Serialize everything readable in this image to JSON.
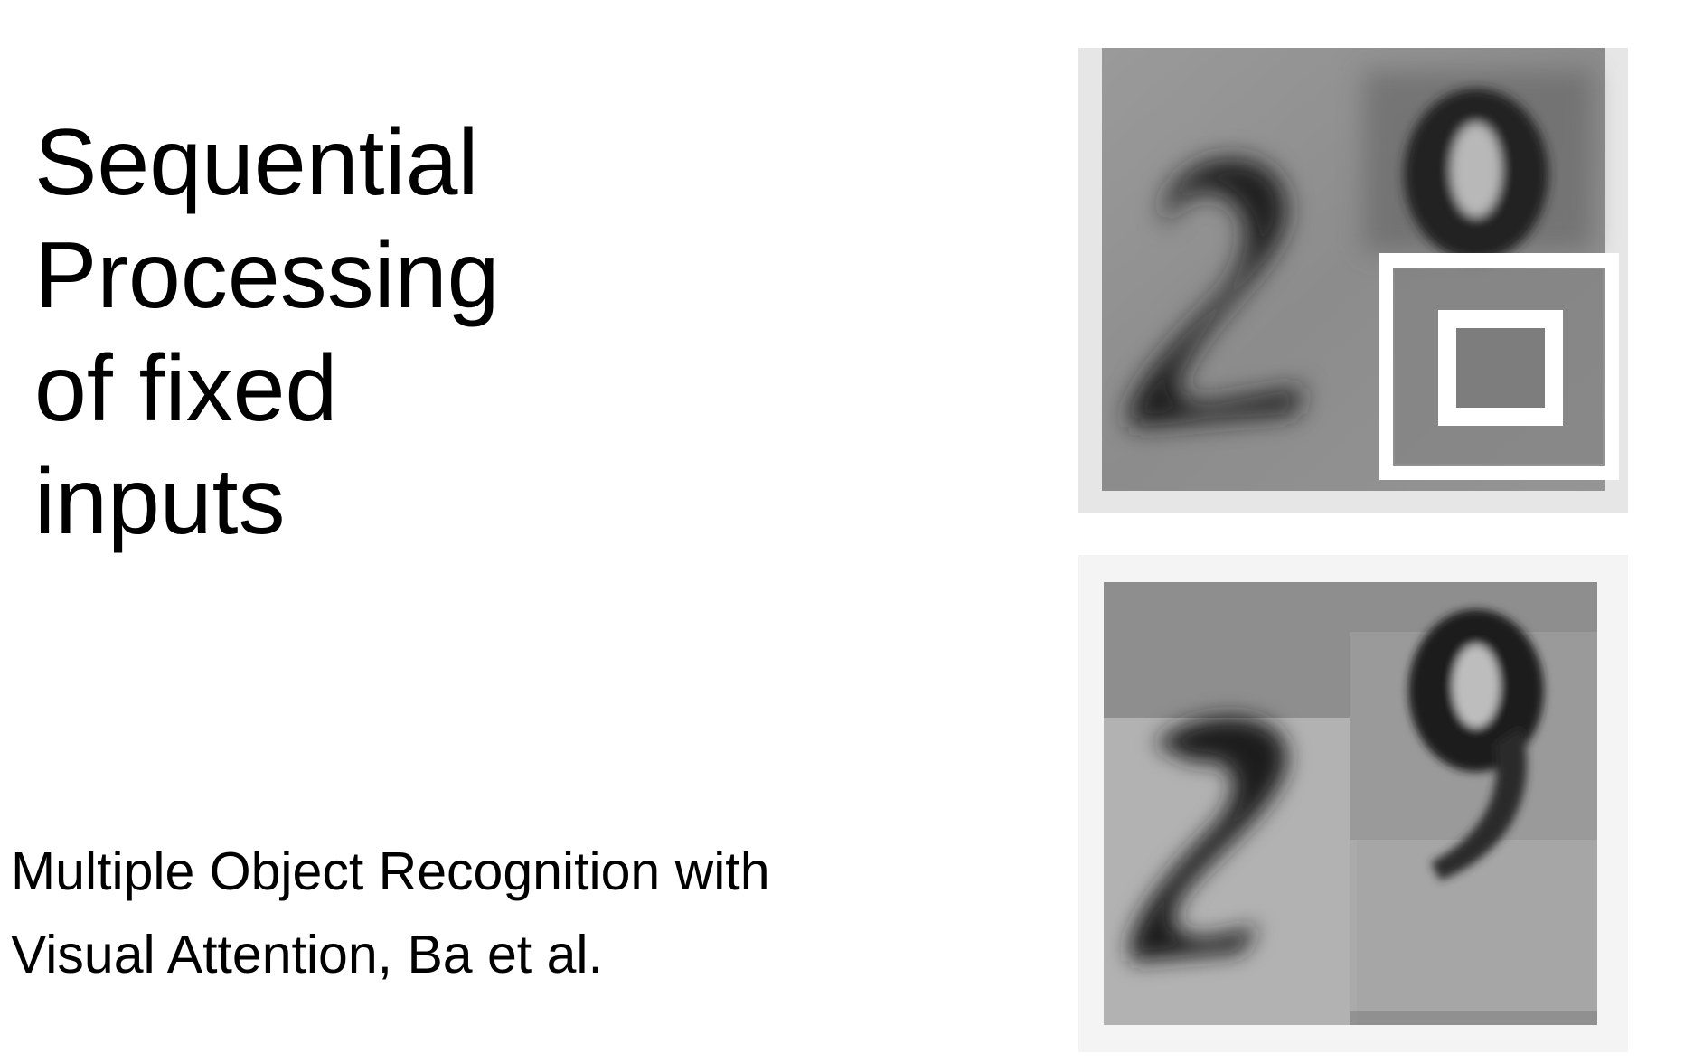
{
  "slide": {
    "title_lines": [
      "Sequential",
      "Processing",
      "of fixed",
      "inputs"
    ],
    "citation_lines": [
      "Multiple Object Recognition with",
      "Visual Attention, Ba et al."
    ]
  },
  "figures": {
    "top": {
      "description_icon": "mnist-digits-with-glimpse-boxes",
      "digits": [
        "2",
        "0"
      ]
    },
    "bottom": {
      "description_icon": "mnist-digits-glimpse-reconstruction",
      "digits": [
        "2",
        "9"
      ]
    }
  },
  "colors": {
    "background": "#ffffff",
    "text": "#000000",
    "panel_gray": "#8a8a8a",
    "glimpse_box": "#ffffff"
  }
}
